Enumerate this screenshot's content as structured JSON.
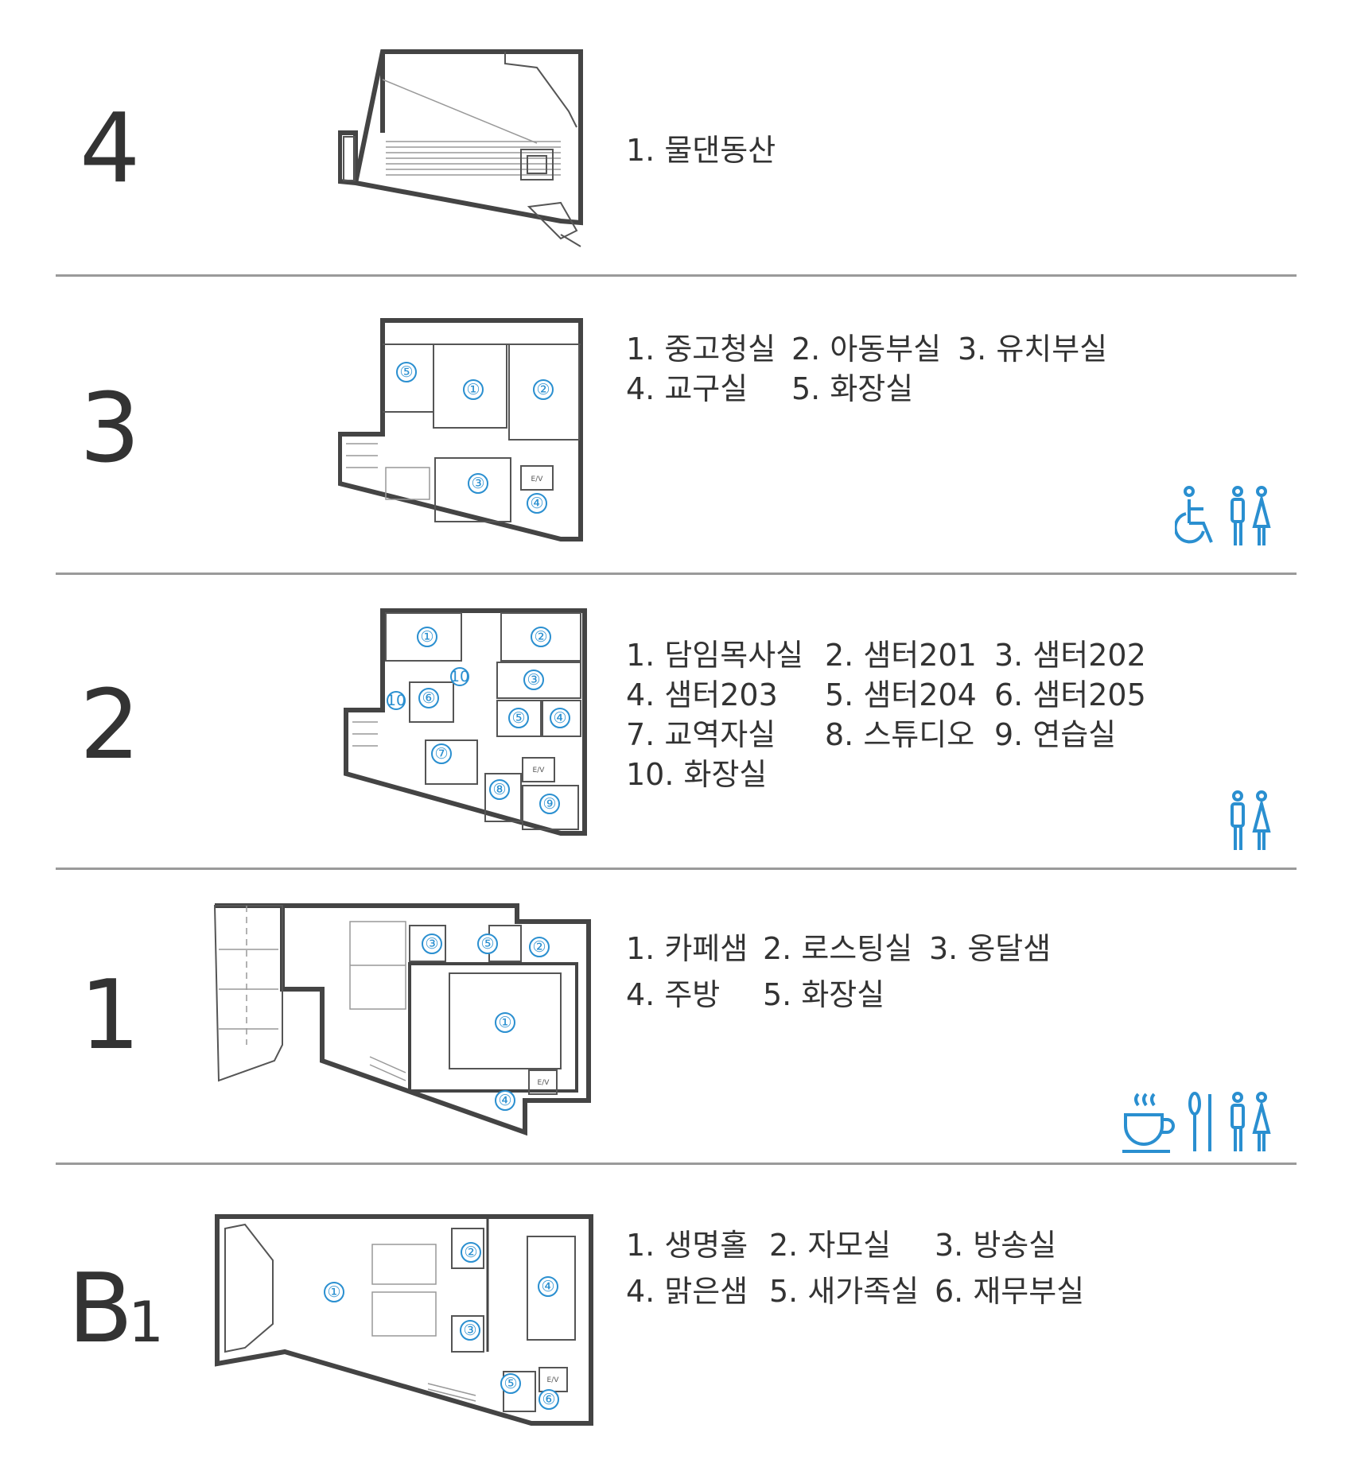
{
  "floors": [
    {
      "id": "4",
      "label": "4",
      "sub": "",
      "rooms": [
        [
          "1. 물댄동산"
        ]
      ],
      "markers": [],
      "amenities": []
    },
    {
      "id": "3",
      "label": "3",
      "sub": "",
      "rooms": [
        [
          "1. 중고청실",
          "2. 아동부실",
          "3. 유치부실"
        ],
        [
          "4. 교구실",
          "5. 화장실"
        ]
      ],
      "markers": [
        "①",
        "②",
        "③",
        "④",
        "⑤"
      ],
      "plan_text": [
        "E/V"
      ],
      "amenities": [
        "wheelchair-icon",
        "restroom-icon"
      ]
    },
    {
      "id": "2",
      "label": "2",
      "sub": "",
      "rooms": [
        [
          "1. 담임목사실",
          "2. 샘터201",
          "3. 샘터202"
        ],
        [
          "4. 샘터203",
          "5. 샘터204",
          "6. 샘터205"
        ],
        [
          "7. 교역자실",
          "8. 스튜디오",
          "9. 연습실"
        ],
        [
          "10. 화장실"
        ]
      ],
      "markers": [
        "①",
        "②",
        "③",
        "④",
        "⑤",
        "⑥",
        "⑦",
        "⑧",
        "⑨",
        "10",
        "10"
      ],
      "plan_text": [
        "E/V"
      ],
      "amenities": [
        "restroom-icon"
      ]
    },
    {
      "id": "1",
      "label": "1",
      "sub": "",
      "rooms": [
        [
          "1. 카페샘",
          "2. 로스팅실",
          "3. 옹달샘"
        ],
        [
          "4. 주방",
          "5. 화장실"
        ]
      ],
      "markers": [
        "①",
        "②",
        "③",
        "④",
        "⑤"
      ],
      "plan_text": [
        "E/V"
      ],
      "amenities": [
        "coffee-cup-icon",
        "spoon-icon",
        "restroom-icon"
      ]
    },
    {
      "id": "B1",
      "label": "B",
      "sub": "1",
      "rooms": [
        [
          "1. 생명홀",
          "2. 자모실",
          "3. 방송실"
        ],
        [
          "4. 맑은샘",
          "5. 새가족실",
          "6. 재무부실"
        ]
      ],
      "markers": [
        "①",
        "②",
        "③",
        "④",
        "⑤",
        "⑥"
      ],
      "plan_text": [
        "E/V"
      ],
      "amenities": []
    }
  ],
  "colors": {
    "accent": "#2a8fd0",
    "divider": "#9a9a9a",
    "wall": "#444444"
  }
}
